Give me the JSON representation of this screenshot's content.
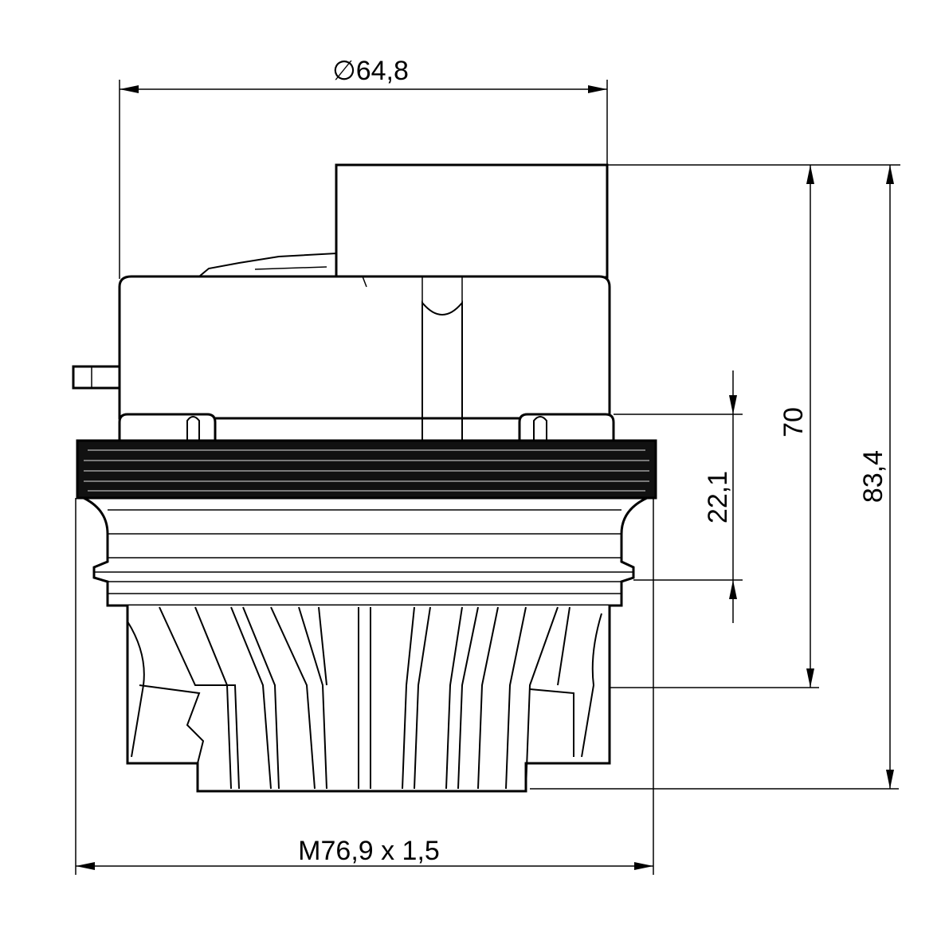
{
  "drawing": {
    "dimensions": {
      "top_diameter": "∅64,8",
      "height_body": "70",
      "height_total": "83,4",
      "thread_height": "22,1",
      "thread_spec": "M76,9 x 1,5"
    },
    "line_color": "#000000",
    "background_color": "#ffffff"
  }
}
